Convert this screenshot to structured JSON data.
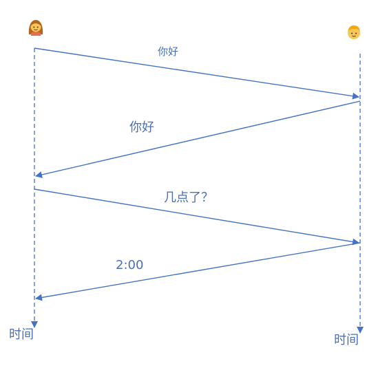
{
  "participants": [
    {
      "id": "left",
      "icon": "woman-emoji-icon",
      "time_label": "时间"
    },
    {
      "id": "right",
      "icon": "boy-emoji-icon",
      "time_label": "时间"
    }
  ],
  "messages": [
    {
      "text": "你好",
      "from": "left",
      "to": "right"
    },
    {
      "text": "你好",
      "from": "right",
      "to": "left"
    },
    {
      "text": "几点了？",
      "from": "left",
      "to": "right"
    },
    {
      "text": "2:00",
      "from": "right",
      "to": "left"
    }
  ],
  "colors": {
    "line": "#4472c4",
    "label": "#4a6fb3"
  }
}
